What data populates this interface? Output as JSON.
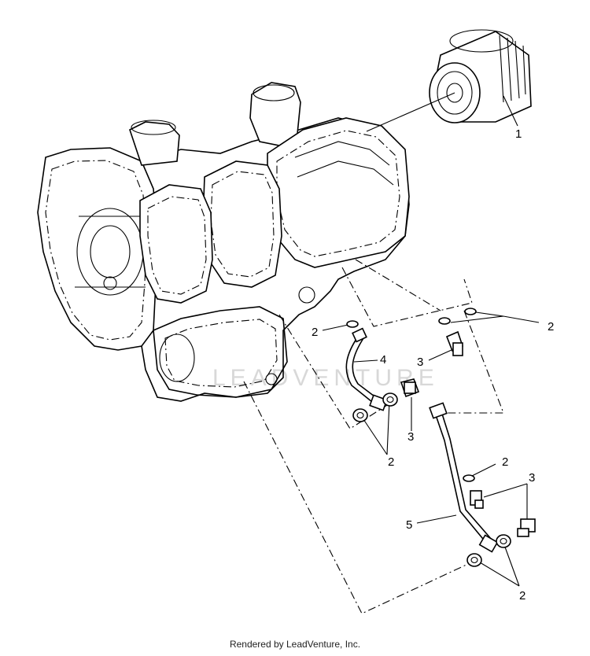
{
  "callouts": {
    "c1": "1",
    "c2a": "2",
    "c2b": "2",
    "c2c": "2",
    "c2d": "2",
    "c2e": "2",
    "c3a": "3",
    "c3b": "3",
    "c3c": "3",
    "c4": "4",
    "c5": "5"
  },
  "watermark": "LEADVENTURE",
  "footer": "Rendered by LeadVenture, Inc."
}
